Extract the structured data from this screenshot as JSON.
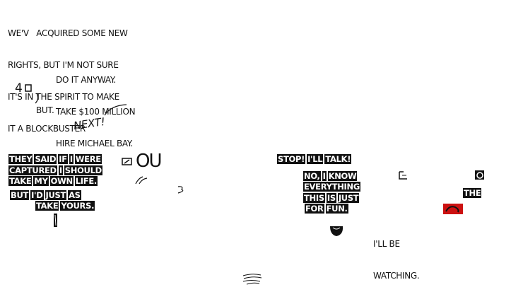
{
  "panel_top": {
    "speech_1": [
      "WE'V   ACQUIRED SOME NEW",
      "RIGHTS, BUT I'M NOT SURE",
      "IT'S IN THE SPIRIT TO MAKE",
      "IT A BLOCKBUSTER"
    ],
    "speech_2": [
      "DO IT ANYWAY.",
      "TAKE $100 MILLION",
      "HIRE MICHAEL BAY."
    ],
    "fragment_a": "4",
    "speech_but": "BUT.",
    "speech_next": "NEXT!"
  },
  "panel_left": {
    "line_1": [
      "THEY",
      "SAID",
      "IF",
      "I",
      "WERE"
    ],
    "line_2": [
      "CAPTURED",
      "I",
      "SHOULD"
    ],
    "line_3": [
      "TAKE",
      "MY",
      "OWN",
      "LIFE."
    ],
    "line_4": [
      "BUT",
      "I'D",
      "JUST",
      "AS"
    ],
    "line_5": [
      "TAKE",
      "YOURS."
    ],
    "fragment_ou": "OU"
  },
  "panel_right": {
    "stop_line": [
      "STOP!",
      "I'LL",
      "TALK!"
    ],
    "line_1": [
      "NO,",
      "I",
      "KNOW"
    ],
    "line_2": [
      "EVERYTHING"
    ],
    "line_3": [
      "THIS",
      "IS",
      "JUST"
    ],
    "line_4": [
      "FOR",
      "FUN."
    ],
    "the_label": "THE",
    "watching": [
      "I'LL BE",
      "WATCHING."
    ]
  },
  "colors": {
    "ink": "#111111",
    "accent": "#cc1111",
    "paper": "#ffffff"
  }
}
